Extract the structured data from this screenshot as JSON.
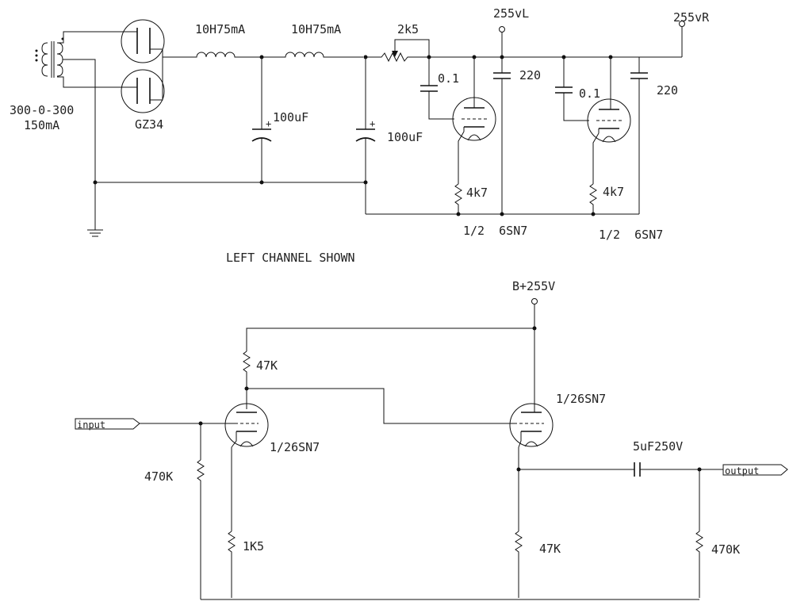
{
  "psu": {
    "transformer": "300-0-300",
    "transformer_current": "150mA",
    "rectifier": "GZ34",
    "choke1": "10H75mA",
    "choke2": "10H75mA",
    "cap1": "100uF",
    "cap2": "100uF",
    "pot": "2k5",
    "rail_left": "255vL",
    "rail_right": "255vR",
    "cap_left_small": "0.1",
    "cap_left_big": "220",
    "cap_right_small": "0.1",
    "cap_right_big": "220",
    "res_left": "4k7",
    "res_right": "4k7",
    "tube_left": "1/2  6SN7",
    "tube_right": "1/2  6SN7",
    "note": "LEFT CHANNEL SHOWN"
  },
  "amp": {
    "supply": "B+255V",
    "plate_res": "47K",
    "tube1": "1/26SN7",
    "tube2": "1/26SN7",
    "input_label": "input",
    "output_label": "output",
    "grid_res": "470K",
    "cathode_res": "1K5",
    "coupling_cap": "5uF250V",
    "cathode_res2": "47K",
    "load_res": "470K"
  }
}
